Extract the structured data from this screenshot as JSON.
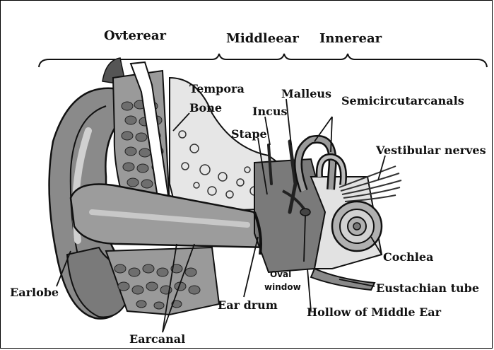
{
  "sections": {
    "outer": "Ovterear",
    "middle": "Middleear",
    "inner": "Innerear"
  },
  "labels": {
    "tempora": "Tempora",
    "bone": "Bone",
    "malleus": "Malleus",
    "incus": "Incus",
    "semicircular": "Semicircutarcanals",
    "stape": "Stape",
    "vestibular": "Vestibular nerves",
    "cochlea": "Cochlea",
    "oval_1": "Oval",
    "oval_2": "window",
    "eustachian": "Eustachian tube",
    "hollow": "Hollow of Middle Ear",
    "eardrum": "Ear drum",
    "earlobe": "Earlobe",
    "earcanal": "Earcanal"
  },
  "colors": {
    "dark_gray": "#6e6e6e",
    "mid_gray": "#9a9a9a",
    "light_gray": "#c8c8c8",
    "ink": "#111111"
  }
}
